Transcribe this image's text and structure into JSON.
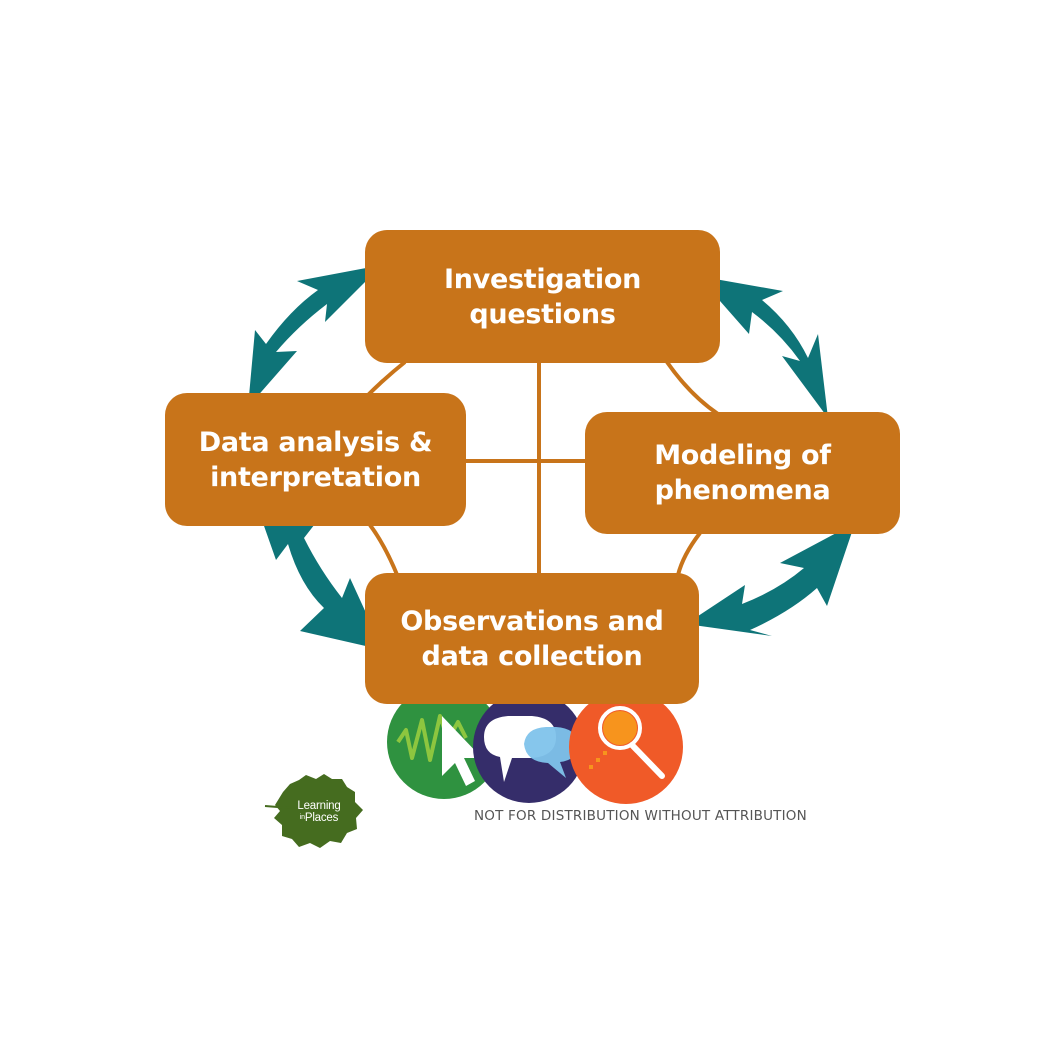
{
  "diagram": {
    "boxes": {
      "investigation": {
        "line1": "Investigation",
        "line2": "questions"
      },
      "modeling": {
        "line1": "Modeling of",
        "line2": "phenomena"
      },
      "observations": {
        "line1": "Observations and",
        "line2": "data collection"
      },
      "data_analysis": {
        "line1": "Data analysis &",
        "line2": "interpretation"
      }
    },
    "colors": {
      "box": "#C8741A",
      "connector": "#C8741A",
      "arrow": "#0E7478",
      "icon_green": "#2F9240",
      "icon_purple": "#352D6A",
      "icon_orange": "#F05A28",
      "logo_leaf": "#456C1F"
    },
    "icons": [
      "data-graph-cursor-icon",
      "speech-bubbles-icon",
      "magnifying-glass-icon"
    ]
  },
  "logo": {
    "line1": "Learning",
    "line2_small": "in",
    "line2": "Places"
  },
  "footer": {
    "note": "NOT FOR DISTRIBUTION WITHOUT ATTRIBUTION"
  }
}
